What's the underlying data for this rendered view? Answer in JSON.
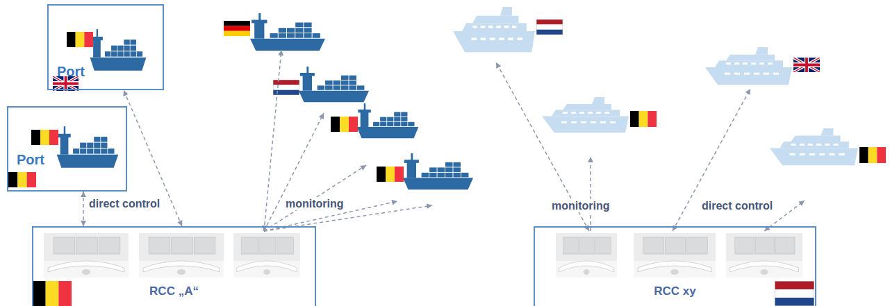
{
  "diagram": {
    "nodes": [
      {
        "text": [
          "Port"
        ]
      },
      {
        "text": [
          "Port"
        ]
      },
      {
        "text": [
          "RCC „A“"
        ]
      },
      {
        "text": [
          "RCC xy"
        ]
      }
    ],
    "edges": [
      {
        "from": 2,
        "to": 0,
        "arrow": "both"
      },
      {
        "from": 2,
        "to": 1,
        "arrow": "both",
        "label": "direct control"
      }
    ],
    "labels": [
      "monitoring",
      "monitoring",
      "direct control"
    ]
  }
}
